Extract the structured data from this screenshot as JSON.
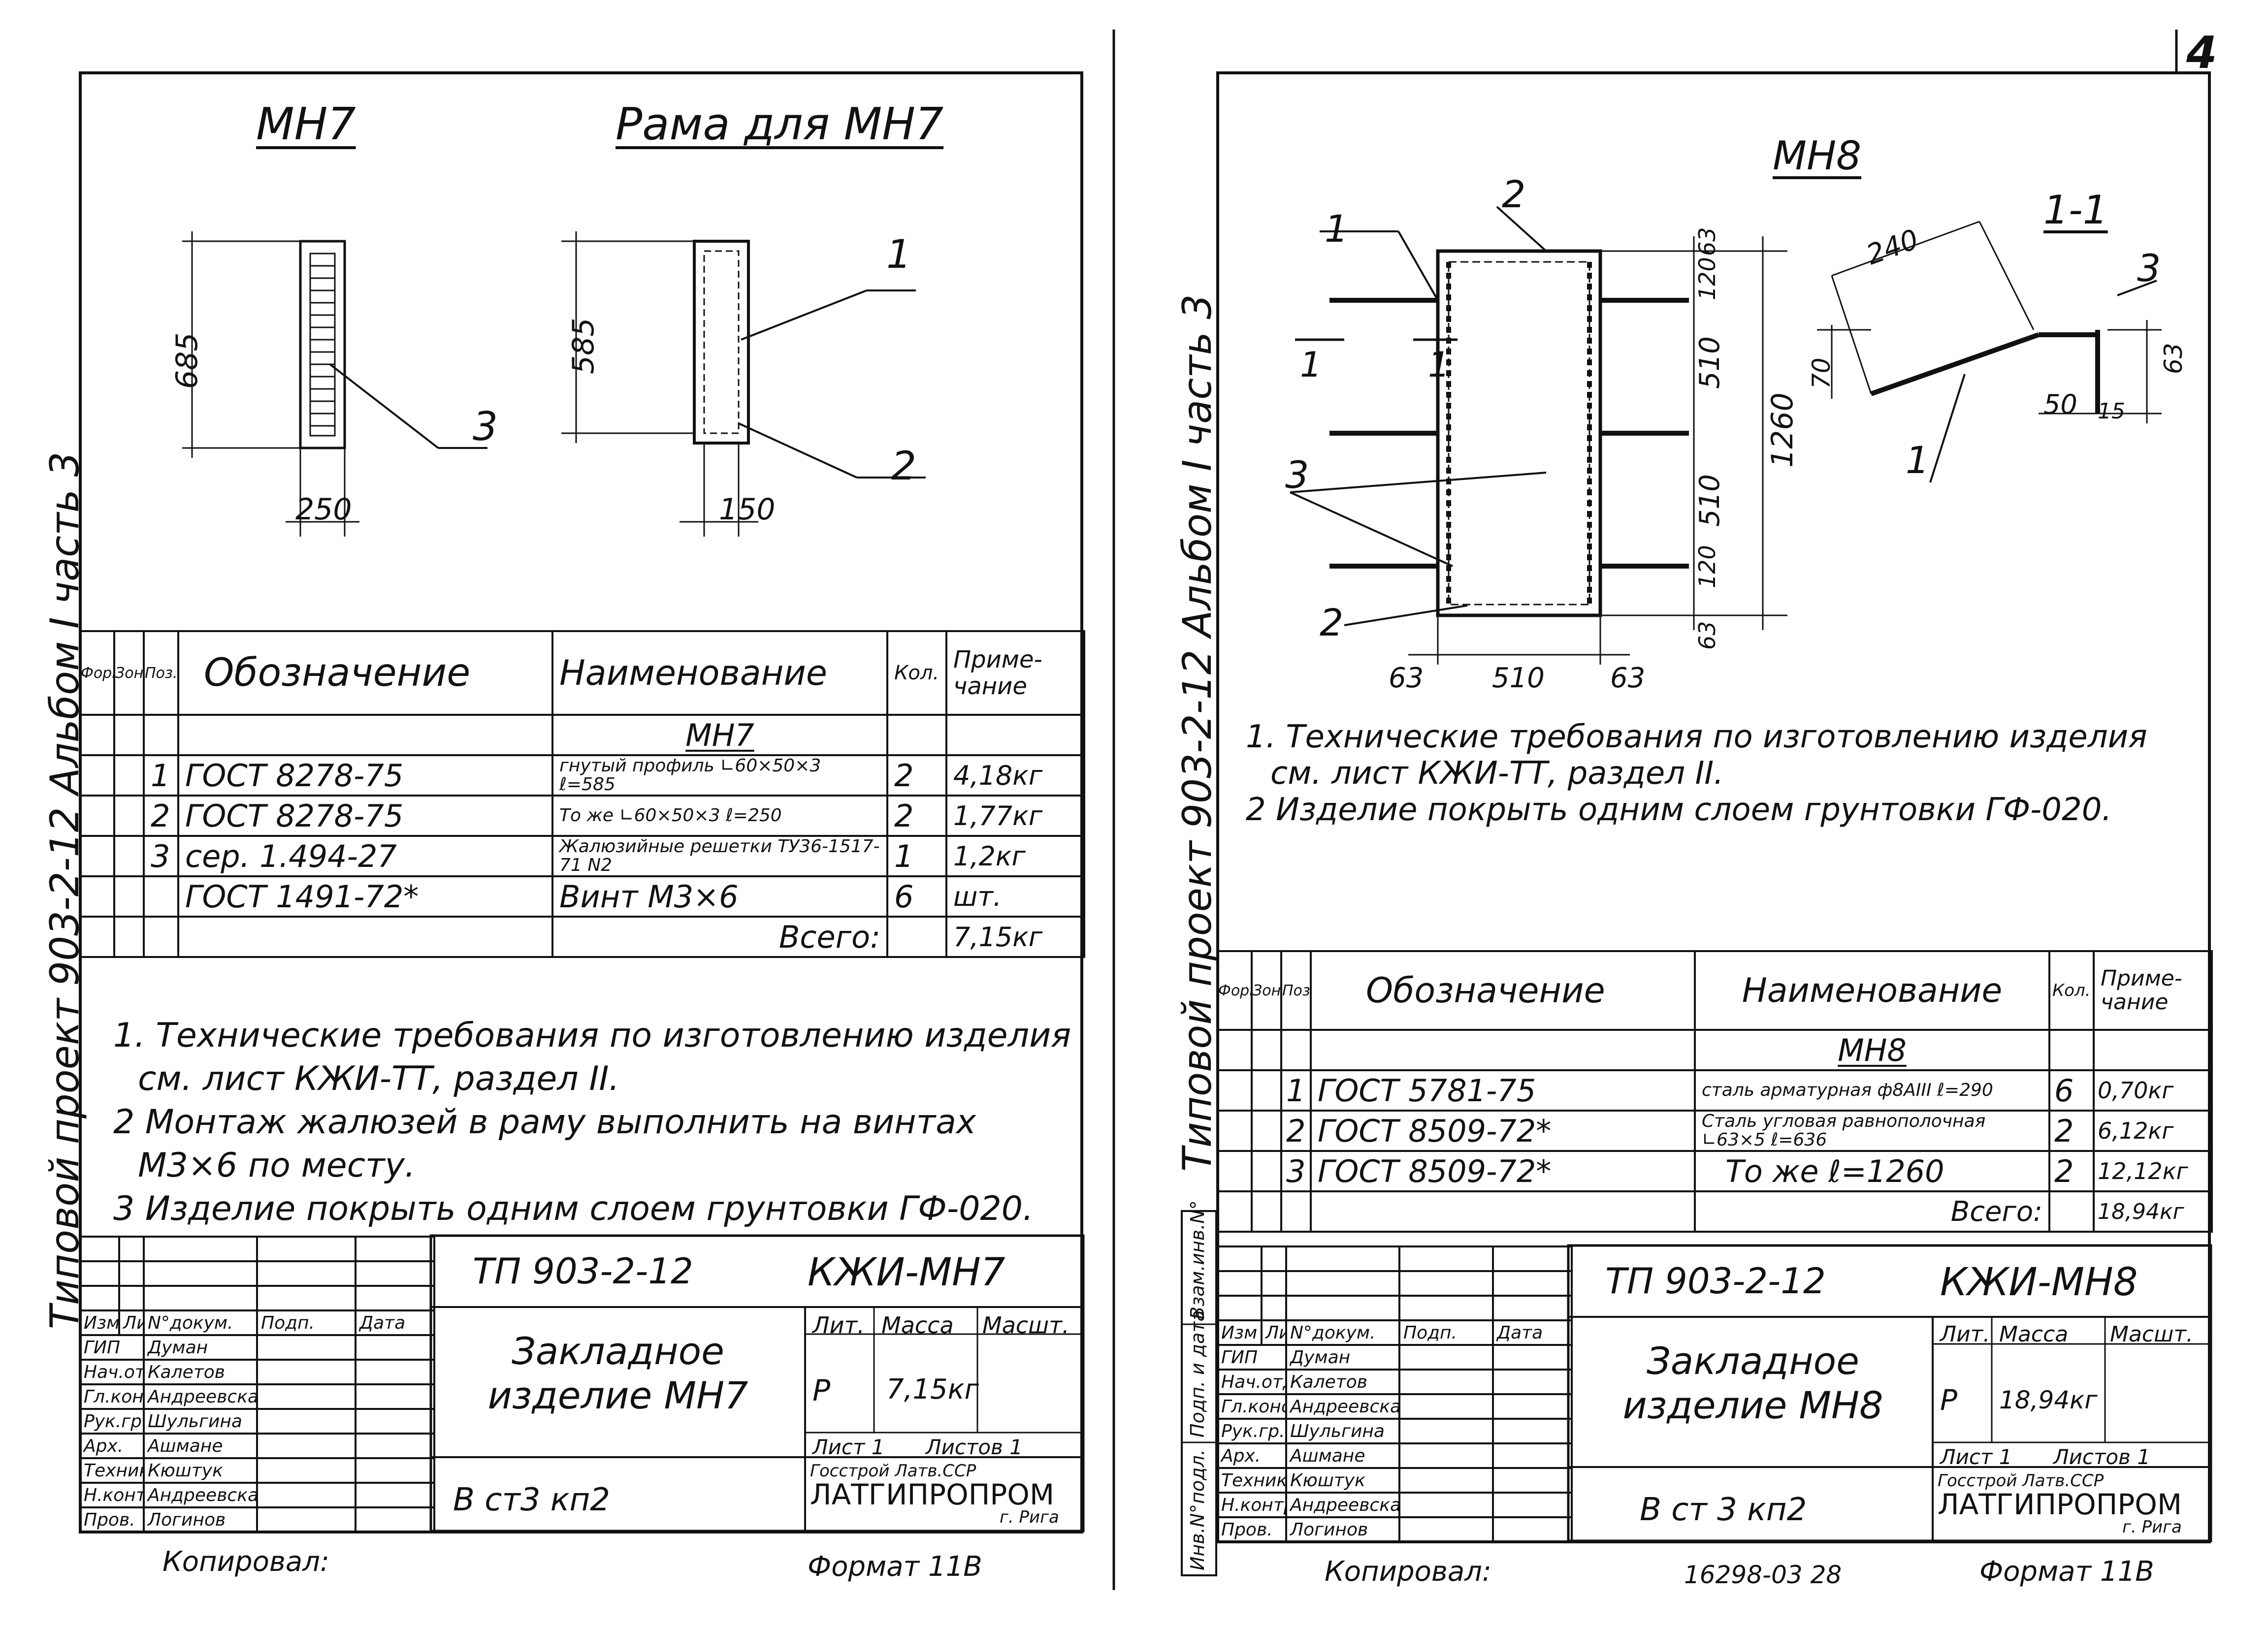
{
  "page_marker": "4",
  "left": {
    "spine": "Типовой проект 903-2-12   Альбом I часть 3",
    "drawing1_title": "МН7",
    "drawing2_title": "Рама для МН7",
    "dims": {
      "h1": "685",
      "w1": "250",
      "h2": "585",
      "w2": "150"
    },
    "callouts": [
      "1",
      "2",
      "3"
    ],
    "table": {
      "headers": {
        "format": "Формат",
        "zone": "Зона",
        "pos": "Поз.",
        "designation": "Обозначение",
        "name": "Наименование",
        "qty": "Кол.",
        "note": "Приме-чание"
      },
      "section": "МН7",
      "rows": [
        {
          "pos": "1",
          "designation": "ГОСТ 8278-75",
          "name": "гнутый профиль ∟60×50×3 ℓ=585",
          "qty": "2",
          "note": "4,18кг"
        },
        {
          "pos": "2",
          "designation": "ГОСТ 8278-75",
          "name": "То же ∟60×50×3 ℓ=250",
          "qty": "2",
          "note": "1,77кг"
        },
        {
          "pos": "3",
          "designation": "сер. 1.494-27",
          "name": "Жалюзийные решетки ТУ36-1517-71 N2",
          "qty": "1",
          "note": "1,2кг"
        },
        {
          "pos": "",
          "designation": "ГОСТ 1491-72*",
          "name": "Винт М3×6",
          "qty": "6",
          "note": "шт."
        }
      ],
      "total_label": "Всего:",
      "total": "7,15кг"
    },
    "notes": [
      "1. Технические требования по изготовлению изделия",
      "см. лист КЖИ-ТТ, раздел II.",
      "2 Монтаж жалюзей в раму выполнить на винтах",
      "М3×6 по месту.",
      "3 Изделие покрыть одним слоем грунтовки ГФ-020."
    ],
    "title_block": {
      "project": "ТП 903-2-12",
      "code": "КЖИ-МН7",
      "col_headers": [
        "Изм",
        "Лист",
        "N°докум.",
        "Подп.",
        "Дата"
      ],
      "people": [
        [
          "ГИП",
          "Думан"
        ],
        [
          "Нач.отд.",
          "Калетов"
        ],
        [
          "Гл.конст.",
          "Андреевская"
        ],
        [
          "Рук.гр.",
          "Шульгина"
        ],
        [
          "Арх.",
          "Ашмане"
        ],
        [
          "Техник",
          "Кюштук"
        ],
        [
          "Н.контр.",
          "Андреевская"
        ],
        [
          "Пров.",
          "Логинов"
        ]
      ],
      "item_name": "Закладное изделие МН7",
      "lit": "Лит.",
      "mass": "Масса",
      "scale": "Масшт.",
      "lit_val": "Р",
      "mass_val": "7,15кг",
      "sheet": "Лист 1",
      "sheets": "Листов 1",
      "org1": "Госстрой Латв.ССР",
      "org2": "ЛАТГИПРОПРОМ",
      "city": "г. Рига",
      "material": "В ст3 кп2"
    },
    "copied": "Копировал:",
    "format": "Формат 11В"
  },
  "right": {
    "spine": "Типовой проект 903-2-12   Альбом I часть 3",
    "drawing_title": "МН8",
    "section_title": "1-1",
    "section_label": "1",
    "dims": {
      "top": "63",
      "d120a": "120",
      "d510a": "510",
      "total": "1260",
      "d510b": "510",
      "d120b": "120",
      "bottom": "63",
      "bl": "63",
      "bw": "510",
      "br": "63",
      "a240": "240",
      "h70": "70",
      "w50": "50",
      "w15": "15",
      "h63": "63"
    },
    "callouts": [
      "1",
      "2",
      "3"
    ],
    "notes": [
      "1. Технические требования по изготовлению изделия",
      "см. лист КЖИ-ТТ, раздел II.",
      "2 Изделие покрыть одним слоем грунтовки ГФ-020."
    ],
    "table": {
      "headers": {
        "format": "Формат",
        "zone": "Зона",
        "pos": "Поз.",
        "designation": "Обозначение",
        "name": "Наименование",
        "qty": "Кол.",
        "note": "Приме-чание"
      },
      "section": "МН8",
      "rows": [
        {
          "pos": "1",
          "designation": "ГОСТ 5781-75",
          "name": "сталь арматурная ф8АIII ℓ=290",
          "qty": "6",
          "note": "0,70кг"
        },
        {
          "pos": "2",
          "designation": "ГОСТ 8509-72*",
          "name": "Сталь угловая равнополочная ∟63×5 ℓ=636",
          "qty": "2",
          "note": "6,12кг"
        },
        {
          "pos": "3",
          "designation": "ГОСТ 8509-72*",
          "name": "То же ℓ=1260",
          "qty": "2",
          "note": "12,12кг"
        }
      ],
      "total_label": "Всего:",
      "total": "18,94кг"
    },
    "side_labels": [
      "Инв.N°подл.",
      "Подп. и дата",
      "Взам.инв.N°"
    ],
    "title_block": {
      "project": "ТП 903-2-12",
      "code": "КЖИ-МН8",
      "col_headers": [
        "Изм",
        "Лист",
        "N°докум.",
        "Подп.",
        "Дата"
      ],
      "people": [
        [
          "ГИП",
          "Думан"
        ],
        [
          "Нач.отд.",
          "Калетов"
        ],
        [
          "Гл.конст.",
          "Андреевская"
        ],
        [
          "Рук.гр.",
          "Шульгина"
        ],
        [
          "Арх.",
          "Ашмане"
        ],
        [
          "Техник",
          "Кюштук"
        ],
        [
          "Н.контр.",
          "Андреевская"
        ],
        [
          "Пров.",
          "Логинов"
        ]
      ],
      "item_name": "Закладное изделие МН8",
      "lit": "Лит.",
      "mass": "Масса",
      "scale": "Масшт.",
      "lit_val": "Р",
      "mass_val": "18,94кг",
      "sheet": "Лист 1",
      "sheets": "Листов 1",
      "org1": "Госстрой Латв.ССР",
      "org2": "ЛАТГИПРОПРОМ",
      "city": "г. Рига",
      "material": "В ст 3 кп2"
    },
    "copied": "Копировал:",
    "archive": "16298-03  28",
    "format": "Формат 11В"
  }
}
